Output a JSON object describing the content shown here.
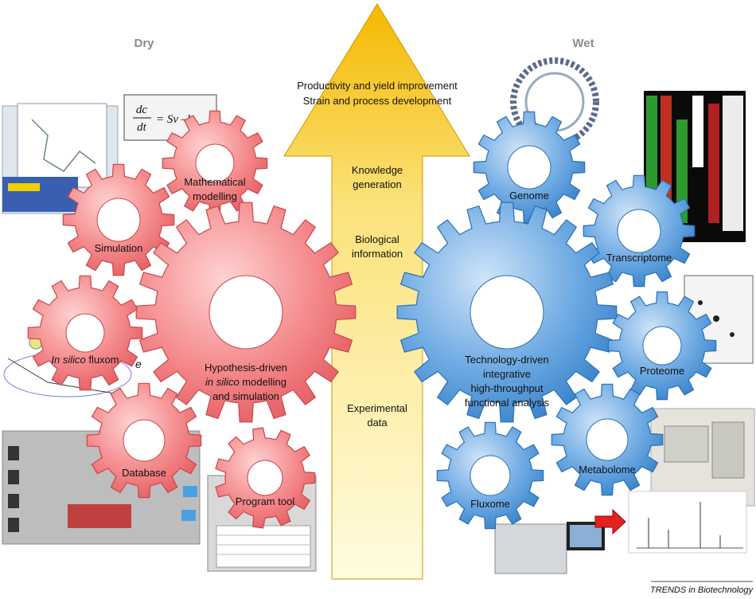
{
  "headers": {
    "dry": "Dry",
    "wet": "Wet"
  },
  "arrow": {
    "top_line1": "Productivity and yield improvement",
    "top_line2": "Strain and process development",
    "knowledge_1": "Knowledge",
    "knowledge_2": "generation",
    "bio_1": "Biological",
    "bio_2": "information",
    "exp_1": "Experimental",
    "exp_2": "data"
  },
  "equation": {
    "num": "dc",
    "den": "dt",
    "rhs": "= Sv –b"
  },
  "dry_gears": {
    "math_1": "Mathematical",
    "math_2": "modelling",
    "simulation": "Simulation",
    "fluxom_italic": "In silico",
    "fluxom_rest": " fluxom",
    "main_1": "Hypothesis-driven",
    "main_2_italic": "in silico",
    "main_2_rest": " modelling",
    "main_3": "and simulation",
    "database": "Database",
    "program_tool": "Program tool"
  },
  "wet_gears": {
    "genome": "Genome",
    "transcriptome": "Transcriptome",
    "main_1": "Technology-driven",
    "main_2": "integrative",
    "main_3": "high-throughput",
    "main_4": "functional analysis",
    "proteome": "Proteome",
    "metabolome": "Metabolome",
    "fluxome": "Fluxome"
  },
  "stray_letter": "e",
  "credit": "TRENDS in Biotechnology",
  "colors": {
    "red_gear": "#ef6f73",
    "blue_gear": "#4c95d6",
    "arrow_top": "#f7c200",
    "arrow_bottom": "#fffbd8"
  }
}
